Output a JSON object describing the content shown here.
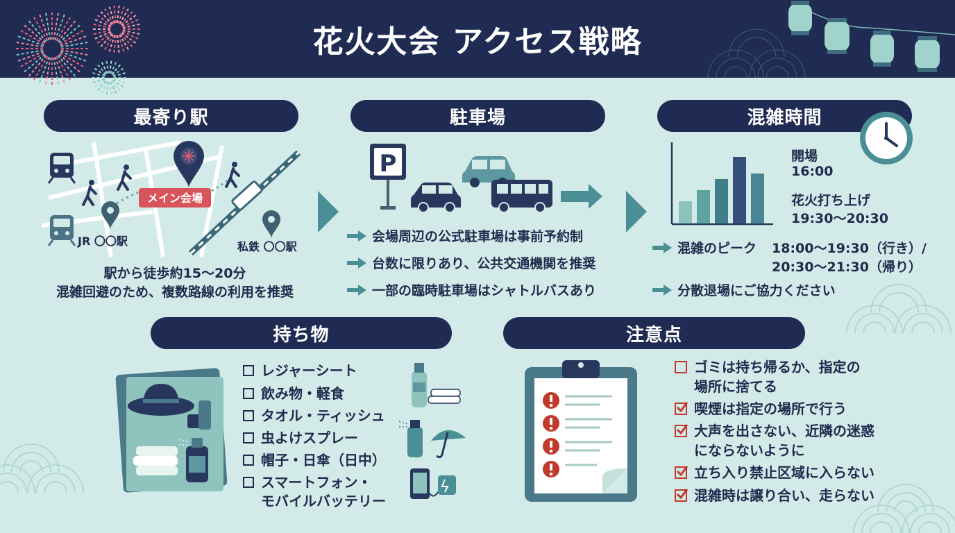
{
  "header": {
    "title": "花火大会 アクセス戦略"
  },
  "station": {
    "heading": "最寄り駅",
    "venue_label": "メイン会場",
    "jr_label": "JR 〇〇駅",
    "private_label": "私鉄 〇〇駅",
    "line1": "駅から徒歩約15〜20分",
    "line2": "混雑回避のため、複数路線の利用を推奨"
  },
  "parking": {
    "heading": "駐車場",
    "bullets": [
      "会場周辺の公式駐車場は事前予約制",
      "台数に限りあり、公共交通機関を推奨",
      "一部の臨時駐車場はシャトルバスあり"
    ]
  },
  "congestion": {
    "heading": "混雑時間",
    "open_label": "開場",
    "open_time": "16:00",
    "fireworks_label": "花火打ち上げ",
    "fireworks_time": "19:30〜20:30",
    "peak_label": "混雑のピーク",
    "peak_line1": "18:00〜19:30（行き）/",
    "peak_line2": "20:30〜21:30（帰り）",
    "exit_note": "分散退場にご協力ください",
    "chart_data": {
      "type": "bar",
      "values": [
        2,
        3,
        4,
        6,
        4.5
      ],
      "highlight": 3,
      "colors": [
        "#8cc2bd",
        "#5fa2a2",
        "#3f7e8a",
        "#34507a",
        "#4a8595"
      ]
    }
  },
  "belongings": {
    "heading": "持ち物",
    "items": [
      "レジャーシート",
      "飲み物・軽食",
      "タオル・ティッシュ",
      "虫よけスプレー",
      "帽子・日傘（日中）",
      "スマートフォン・",
      "モバイルバッテリー"
    ]
  },
  "notes": {
    "heading": "注意点",
    "items": [
      {
        "line1": "ゴミは持ち帰るか、指定の",
        "line2": "場所に捨てる",
        "checked": false
      },
      {
        "line1": "喫煙は指定の場所で行う",
        "line2": "",
        "checked": true
      },
      {
        "line1": "大声を出さない、近隣の迷惑",
        "line2": "にならないように",
        "checked": true
      },
      {
        "line1": "立ち入り禁止区域に入らない",
        "line2": "",
        "checked": true
      },
      {
        "line1": "混雑時は譲り合い、走らない",
        "line2": "",
        "checked": true
      }
    ]
  },
  "colors": {
    "navy": "#1f2b52",
    "teal": "#4a8f95",
    "background": "#d3ebe8",
    "accent_red": "#c0392b"
  }
}
